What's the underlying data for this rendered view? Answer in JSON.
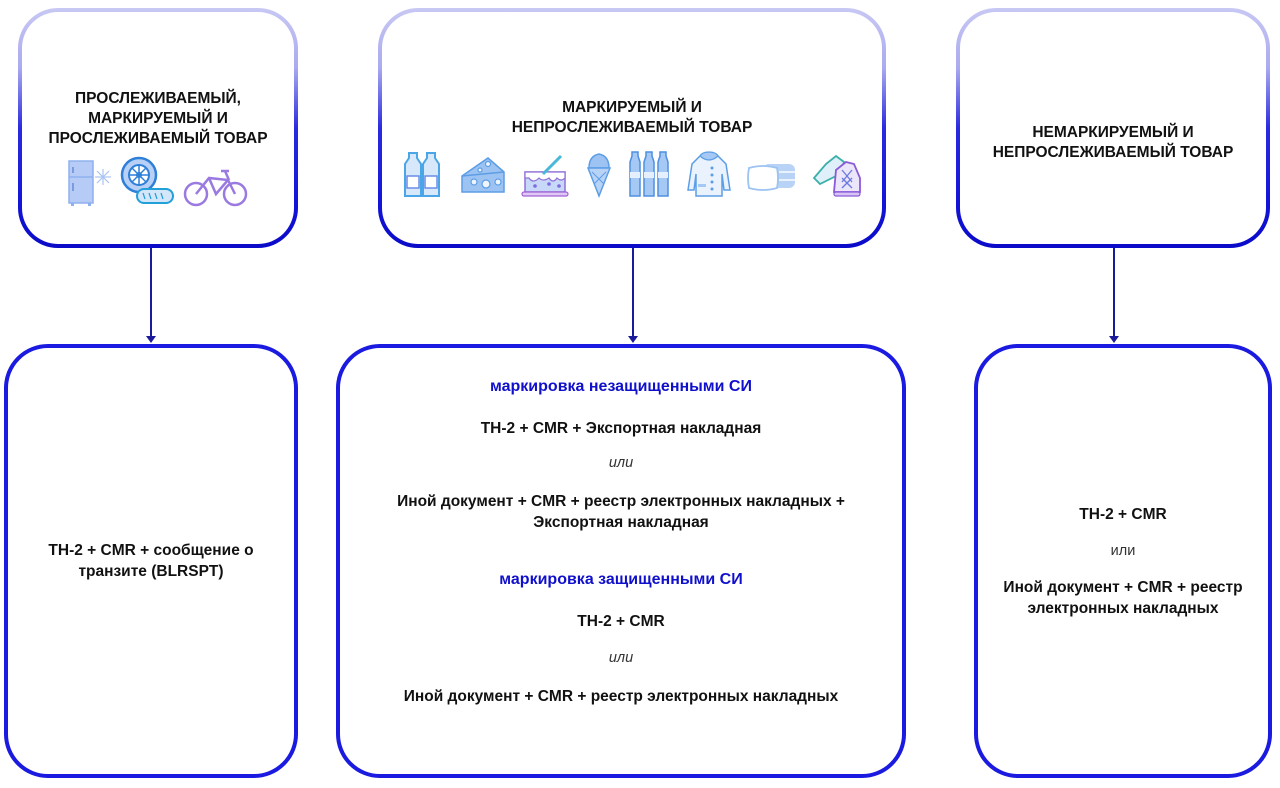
{
  "colors": {
    "border_blue": "#1a1ae0",
    "border_light": "#c8c8f4",
    "section_heading": "#1010cc",
    "connector": "#1a1a9a",
    "text": "#111111"
  },
  "columns": [
    {
      "category": {
        "title_lines": [
          "ПРОСЛЕЖИВАЕМЫЙ,",
          "МАРКИРУЕМЫЙ И",
          "ПРОСЛЕЖИВАЕМЫЙ ТОВАР"
        ],
        "icons": [
          "refrigerator-icon",
          "tires-icon",
          "bicycle-icon"
        ]
      },
      "documents": {
        "lines": [
          "ТН-2 + CMR + сообщение о",
          "транзите (BLRSPT)"
        ]
      }
    },
    {
      "category": {
        "title_lines": [
          "МАРКИРУЕМЫЙ И",
          "НЕПРОСЛЕЖИВАЕМЫЙ ТОВАР"
        ],
        "icons": [
          "milk-bottles-icon",
          "cheese-icon",
          "cake-icon",
          "ice-cream-icon",
          "water-bottles-icon",
          "coat-icon",
          "pillow-blanket-icon",
          "sneakers-icon"
        ]
      },
      "documents": {
        "sections": [
          {
            "heading": "маркировка незащищенными СИ",
            "option_a": "ТН-2 + CMR + Экспортная накладная",
            "separator": "или",
            "option_b_lines": [
              "Иной документ + CMR + реестр электронных накладных +",
              "Экспортная накладная"
            ]
          },
          {
            "heading": "маркировка защищенными СИ",
            "option_a": "ТН-2 + CMR",
            "separator": "или",
            "option_b_lines": [
              "Иной документ + CMR + реестр электронных накладных"
            ]
          }
        ]
      }
    },
    {
      "category": {
        "title_lines": [
          "НЕМАРКИРУЕМЫЙ И",
          "НЕПРОСЛЕЖИВАЕМЫЙ ТОВАР"
        ],
        "icons": []
      },
      "documents": {
        "option_a": "ТН-2 + CMR",
        "separator": "или",
        "option_b_lines": [
          "Иной документ + CMR + реестр",
          "электронных накладных"
        ]
      }
    }
  ]
}
